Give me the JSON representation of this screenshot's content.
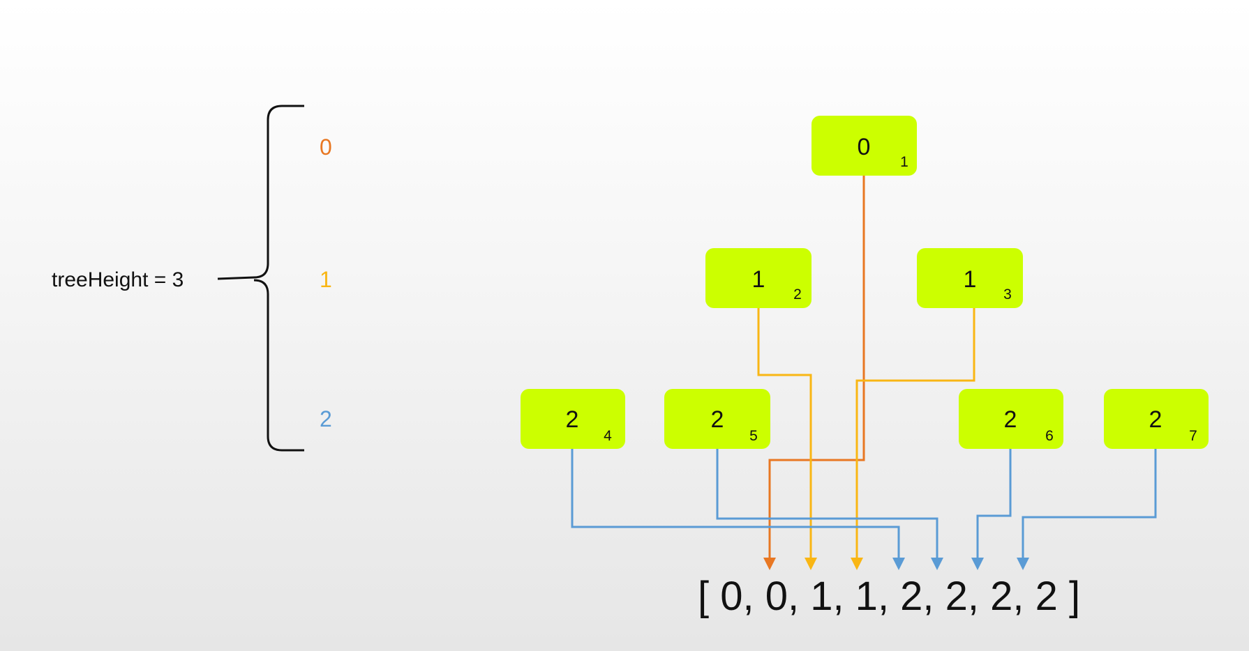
{
  "colors": {
    "node_fill": "#ccff00",
    "level_0": "#e87722",
    "level_1": "#f9b614",
    "level_2": "#5a9bd5",
    "text": "#111111"
  },
  "tree_height_label": "treeHeight = 3",
  "levels": [
    {
      "label": "0",
      "color": "#e87722"
    },
    {
      "label": "1",
      "color": "#f9b614"
    },
    {
      "label": "2",
      "color": "#5a9bd5"
    }
  ],
  "nodes": [
    {
      "value": "0",
      "index": "1"
    },
    {
      "value": "1",
      "index": "2"
    },
    {
      "value": "1",
      "index": "3"
    },
    {
      "value": "2",
      "index": "4"
    },
    {
      "value": "2",
      "index": "5"
    },
    {
      "value": "2",
      "index": "6"
    },
    {
      "value": "2",
      "index": "7"
    }
  ],
  "result_array": "[ 0, 0, 1, 1, 2, 2, 2, 2 ]"
}
